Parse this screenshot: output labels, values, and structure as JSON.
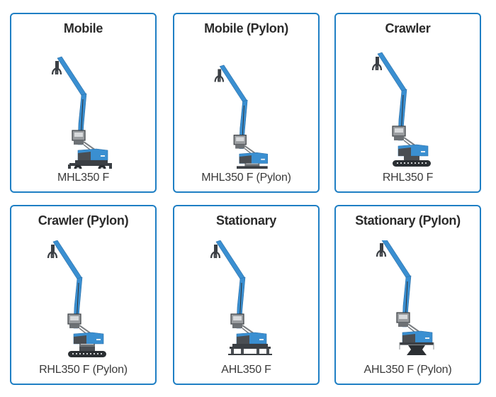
{
  "colors": {
    "border": "#1f7fc4",
    "crane_blue": "#3a8fd1",
    "crane_dark": "#3b3f44",
    "cab_grey": "#8a8d90"
  },
  "cards": [
    {
      "title": "Mobile",
      "model": "MHL350 F",
      "base": "wheels",
      "pylon": false
    },
    {
      "title": "Mobile (Pylon)",
      "model": "MHL350 F (Pylon)",
      "base": "wheels",
      "pylon": true
    },
    {
      "title": "Crawler",
      "model": "RHL350 F",
      "base": "tracks",
      "pylon": false
    },
    {
      "title": "Crawler (Pylon)",
      "model": "RHL350 F (Pylon)",
      "base": "tracks",
      "pylon": true
    },
    {
      "title": "Stationary",
      "model": "AHL350 F",
      "base": "stationary",
      "pylon": false
    },
    {
      "title": "Stationary (Pylon)",
      "model": "AHL350 F (Pylon)",
      "base": "pedestal",
      "pylon": true
    }
  ]
}
